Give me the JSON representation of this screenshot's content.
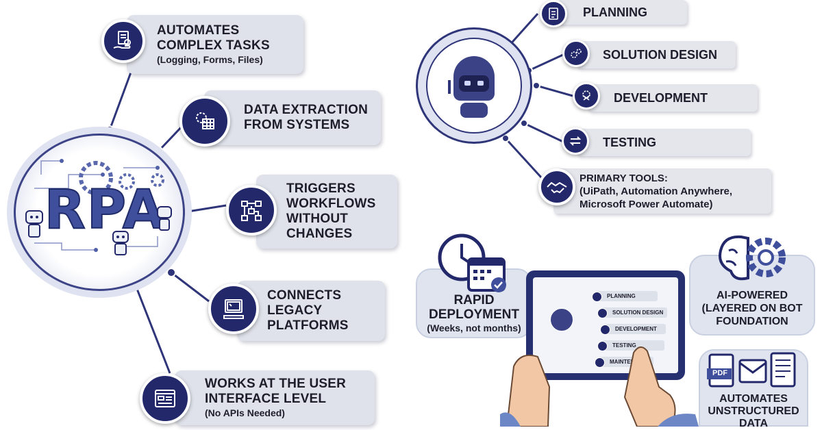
{
  "left_panel": {
    "center_label": "RPA",
    "features": [
      {
        "title_lines": [
          "AUTOMATES",
          "COMPLEX TASKS"
        ],
        "sub": "(Logging, Forms, Files)",
        "icon": "hand-document-icon"
      },
      {
        "title_lines": [
          "DATA EXTRACTION",
          "FROM SYSTEMS"
        ],
        "sub": "",
        "icon": "gear-table-icon"
      },
      {
        "title_lines": [
          "TRIGGERS",
          "WORKFLOWS",
          "WITHOUT",
          "CHANGES"
        ],
        "sub": "",
        "icon": "workflow-icon"
      },
      {
        "title_lines": [
          "CONNECTS",
          "LEGACY",
          "PLATFORMS"
        ],
        "sub": "",
        "icon": "legacy-computer-icon"
      },
      {
        "title_lines": [
          "WORKS AT THE USER",
          "INTERFACE LEVEL"
        ],
        "sub": "(No APIs Needed)",
        "icon": "ui-window-icon"
      }
    ]
  },
  "right_top": {
    "phases": [
      {
        "label": "PLANNING",
        "icon": "clipboard-icon"
      },
      {
        "label": "SOLUTION DESIGN",
        "icon": "design-gears-icon"
      },
      {
        "label": "DEVELOPMENT",
        "icon": "gear-wrench-icon"
      },
      {
        "label": "TESTING",
        "icon": "swap-arrows-icon"
      }
    ],
    "tools": {
      "title": "PRIMARY TOOLS:",
      "line1": "(UiPath, Automation Anywhere,",
      "line2": "Microsoft Power Automate)",
      "icon": "handshake-icon"
    }
  },
  "right_bottom": {
    "rapid": {
      "title_lines": [
        "RAPID",
        "DEPLOYMENT"
      ],
      "sub": "(Weeks, not months)",
      "icon": "clock-calendar-icon"
    },
    "ai": {
      "title_lines": [
        "AI-POWERED",
        "(LAYERED ON BOT",
        "FOUNDATION"
      ],
      "icon": "brain-gear-icon"
    },
    "unstructured": {
      "title_lines": [
        "AUTOMATES",
        "UNSTRUCTURED",
        "DATA"
      ],
      "pdf_label": "PDF",
      "icon": "documents-icon"
    },
    "tablet": {
      "items": [
        "PLANNING",
        "SOLUTION DESIGN",
        "DEVELOPMENT",
        "TESTING",
        "MAINTENANCE"
      ]
    }
  },
  "colors": {
    "navy": "#23286b",
    "card": "#dfe2ea",
    "accent": "#3f4f9c"
  }
}
